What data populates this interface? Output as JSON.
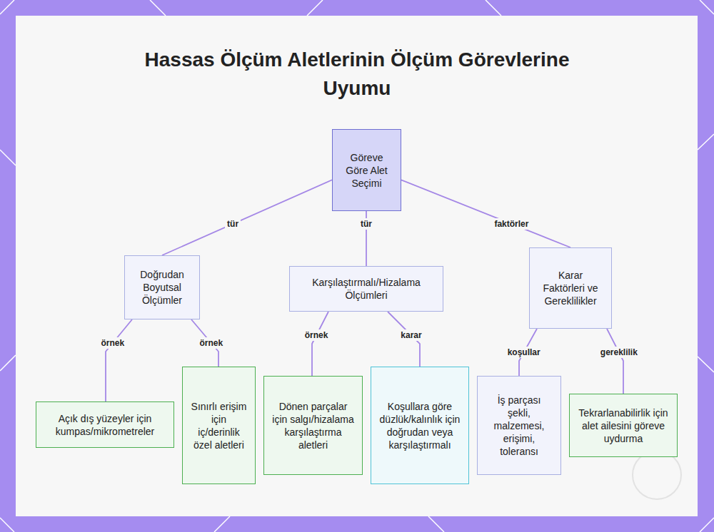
{
  "diagram": {
    "title": "Hassas Ölçüm Aletlerinin Ölçüm Görevlerine Uyumu",
    "nodes": [
      {
        "text": [
          "Göreve Göre Alet Seçimi"
        ]
      },
      {
        "text": [
          "Doğrudan Boyutsal Ölçümler"
        ]
      },
      {
        "text": [
          "Karşılaştırmalı/Hizalama Ölçümleri"
        ]
      },
      {
        "text": [
          "Karar Faktörleri ve Gereklilikler"
        ]
      },
      {
        "text": [
          "Açık dış yüzeyler için kumpas/mikrometreler"
        ]
      },
      {
        "text": [
          "Sınırlı erişim için iç/derinlik özel aletleri"
        ]
      },
      {
        "text": [
          "Dönen parçalar için salgı/hizalama karşılaştırma aletleri"
        ]
      },
      {
        "text": [
          "Koşullara göre düzlük/kalınlık için doğrudan veya karşılaştırmalı"
        ]
      },
      {
        "text": [
          "İş parçası şekli, malzemesi, erişimi, toleransı"
        ]
      },
      {
        "text": [
          "Tekrarlanabilirlik için alet ailesini göreve uydurma"
        ]
      }
    ],
    "edges": [
      {
        "from": 0,
        "to": 1,
        "label": "tür",
        "arrow": "none"
      },
      {
        "from": 0,
        "to": 2,
        "label": "tür",
        "arrow": "none"
      },
      {
        "from": 0,
        "to": 3,
        "label": "faktörler",
        "arrow": "none"
      },
      {
        "from": 1,
        "to": 4,
        "label": "örnek",
        "arrow": "none"
      },
      {
        "from": 1,
        "to": 5,
        "label": "örnek",
        "arrow": "none"
      },
      {
        "from": 2,
        "to": 6,
        "label": "örnek",
        "arrow": "none"
      },
      {
        "from": 2,
        "to": 7,
        "label": "karar",
        "arrow": "none"
      },
      {
        "from": 3,
        "to": 8,
        "label": "koşullar",
        "arrow": "none"
      },
      {
        "from": 3,
        "to": 9,
        "label": "gereklilik",
        "arrow": "none"
      }
    ]
  }
}
